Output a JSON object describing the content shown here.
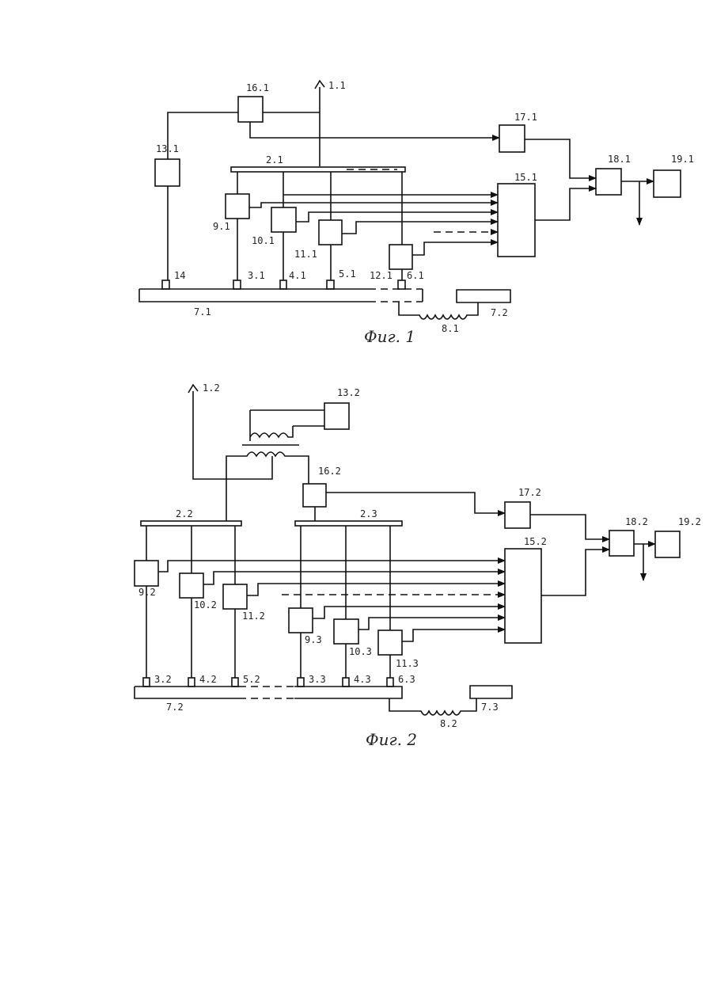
{
  "figure1": {
    "caption": "Фиг. 1",
    "labels": {
      "l_1_1": "1.1",
      "l_16_1": "16.1",
      "l_13_1": "13.1",
      "l_2_1": "2.1",
      "l_17_1": "17.1",
      "l_18_1": "18.1",
      "l_19_1": "19.1",
      "l_15_1": "15.1",
      "l_9_1": "9.1",
      "l_10_1": "10.1",
      "l_11_1": "11.1",
      "l_14": "14",
      "l_3_1": "3.1",
      "l_4_1": "4.1",
      "l_5_1": "5.1",
      "l_12_1": "12.1",
      "l_6_1": "6.1",
      "l_7_1": "7.1",
      "l_7_2": "7.2",
      "l_8_1": "8.1"
    }
  },
  "figure2": {
    "caption": "Фиг. 2",
    "labels": {
      "l_1_2": "1.2",
      "l_13_2": "13.2",
      "l_16_2": "16.2",
      "l_2_2": "2.2",
      "l_2_3": "2.3",
      "l_17_2": "17.2",
      "l_18_2": "18.2",
      "l_19_2": "19.2",
      "l_15_2": "15.2",
      "l_9_2": "9.2",
      "l_10_2": "10.2",
      "l_11_2": "11.2",
      "l_9_3": "9.3",
      "l_10_3": "10.3",
      "l_11_3": "11.3",
      "l_3_2": "3.2",
      "l_4_2": "4.2",
      "l_5_2": "5.2",
      "l_3_3": "3.3",
      "l_4_3": "4.3",
      "l_6_3": "6.3",
      "l_7_2": "7.2",
      "l_7_3": "7.3",
      "l_8_2": "8.2"
    }
  }
}
